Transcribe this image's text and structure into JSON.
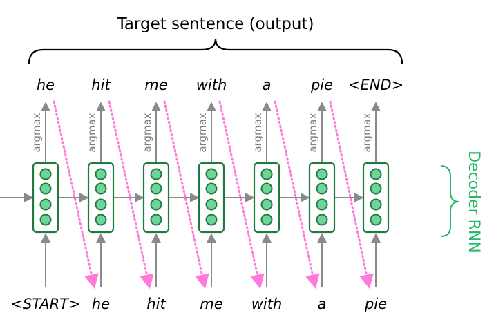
{
  "title": "Target sentence (output)",
  "side_label": "Decoder RNN",
  "output_words": [
    "he",
    "hit",
    "me",
    "with",
    "a",
    "pie",
    "<END>"
  ],
  "input_words": [
    "<START>",
    "he",
    "hit",
    "me",
    "with",
    "a",
    "pie"
  ],
  "step_label": "argmax",
  "colors": {
    "cell_stroke": "#1f7a3e",
    "node_fill": "#6fd49a",
    "node_stroke": "#1f7a3e",
    "arrow": "#8a8a8a",
    "feed_arrow": "#ff7ad9",
    "side_label": "#1fb866",
    "brace": "#000000"
  }
}
